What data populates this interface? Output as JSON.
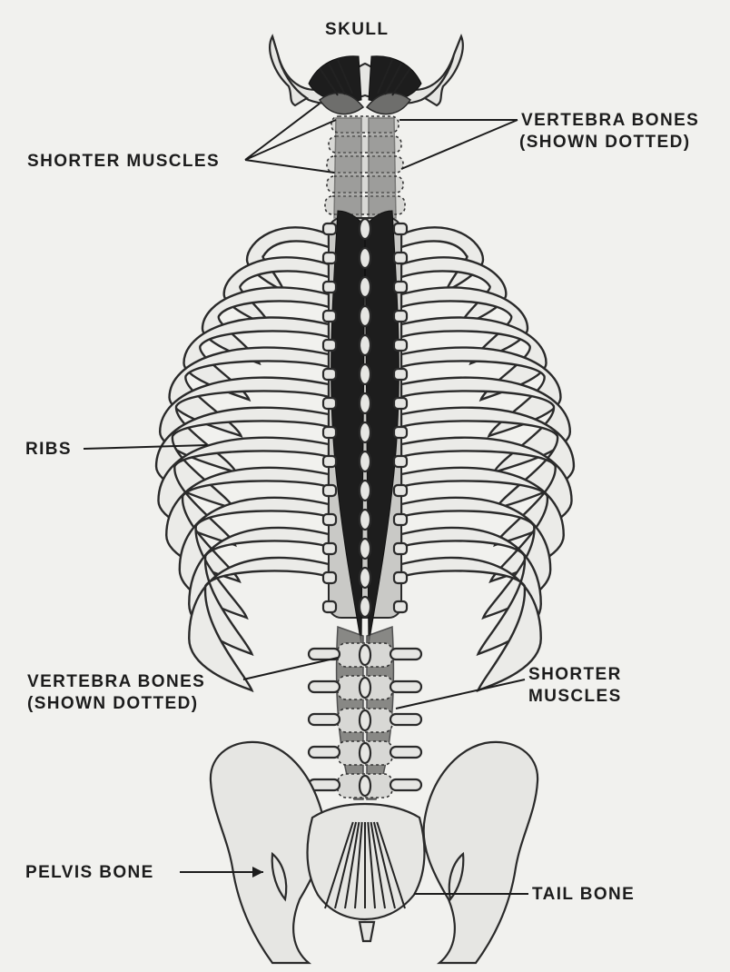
{
  "labels": {
    "skull": "SKULL",
    "vertebra_top_line1": "VERTEBRA BONES",
    "vertebra_top_line2": "(SHOWN DOTTED)",
    "shorter_muscles_top": "SHORTER MUSCLES",
    "ribs": "RIBS",
    "vertebra_bottom_line1": "VERTEBRA BONES",
    "vertebra_bottom_line2": "(SHOWN DOTTED)",
    "shorter_muscles_bottom_line1": "SHORTER",
    "shorter_muscles_bottom_line2": "MUSCLES",
    "pelvis": "PELVIS BONE",
    "tail_bone": "TAIL BONE"
  },
  "colors": {
    "paper": "#f1f1ee",
    "ink": "#1c1c1c",
    "bone": "#e6e6e3",
    "muscle": "#1d1d1d"
  }
}
